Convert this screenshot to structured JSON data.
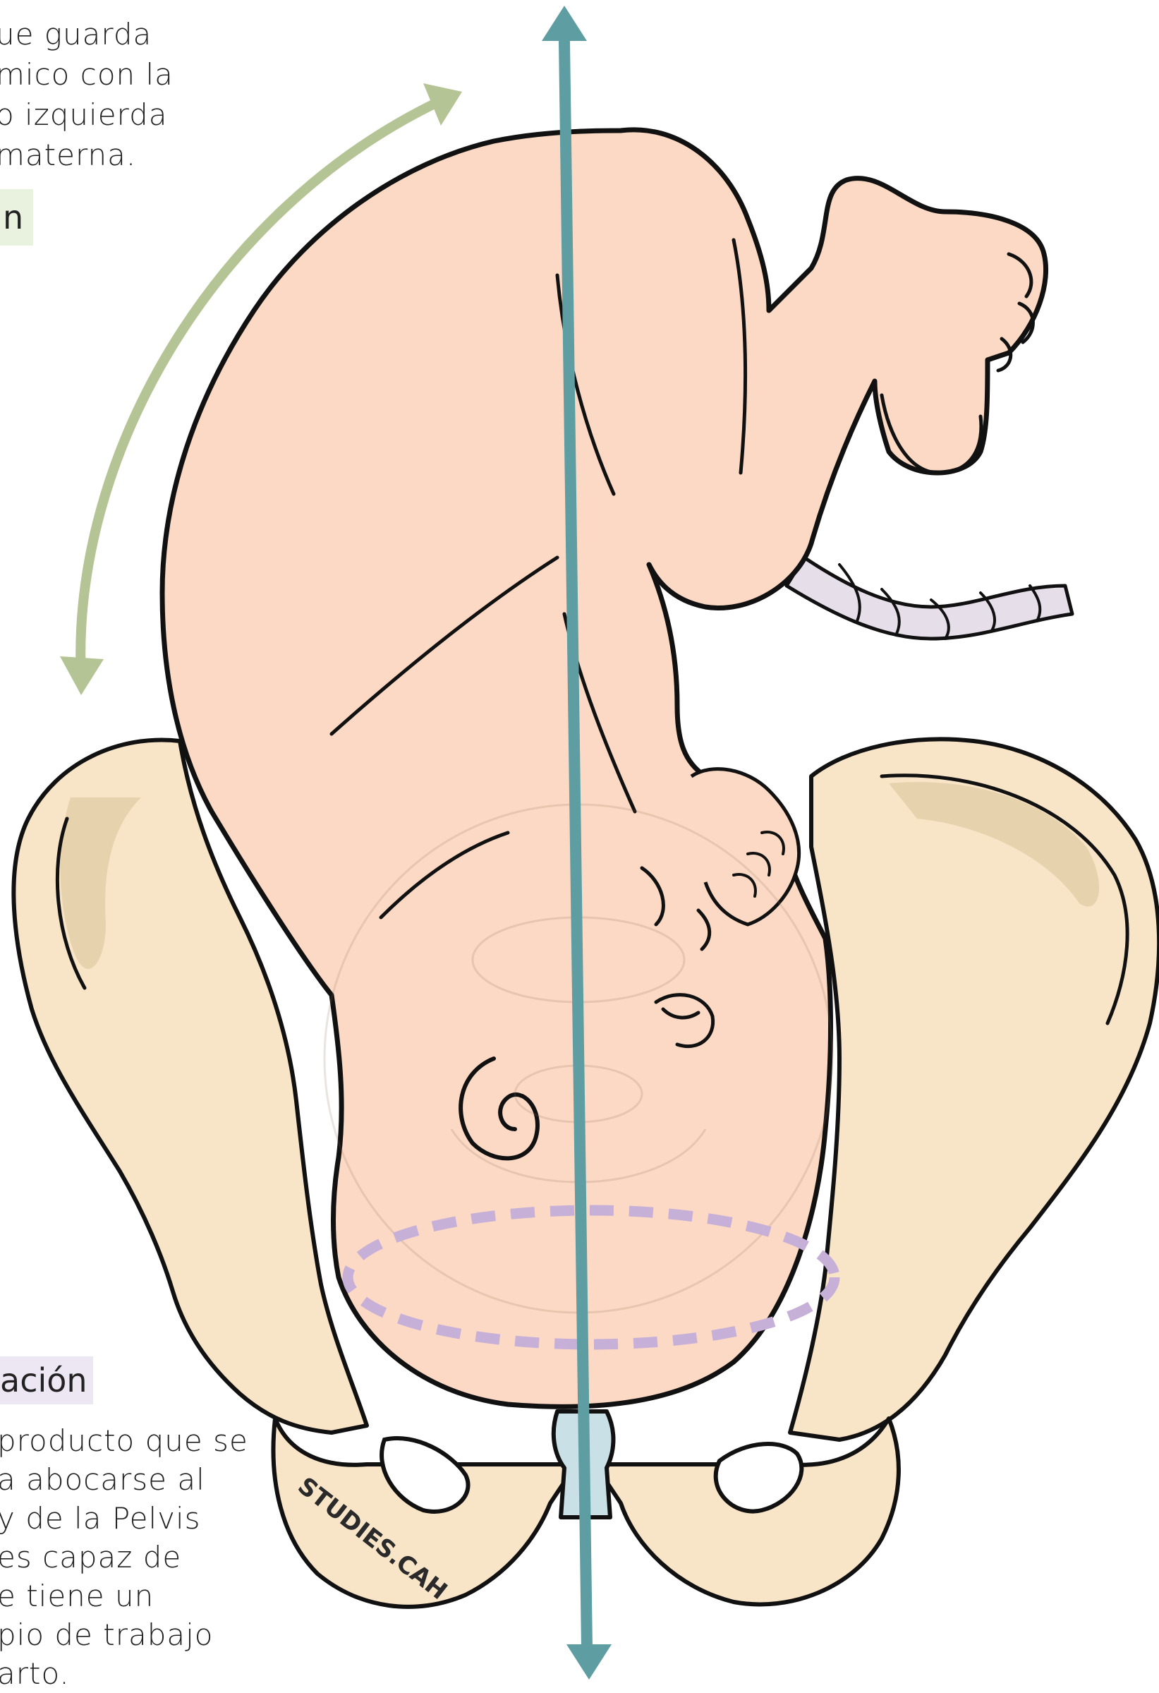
{
  "notes": {
    "top_lines": [
      "ue guarda",
      "mico con la",
      "o izquierda",
      "materna."
    ],
    "top_fragment": "n",
    "section_title": "ación",
    "bottom_lines": [
      "producto que se",
      "a abocarse al",
      "y de la Pelvis",
      "es capaz de",
      "e tiene un",
      "pio de trabajo",
      "arto."
    ]
  },
  "watermark": "STUDIES.CAH",
  "colors": {
    "skin": "#fcd9c4",
    "pelvis_bone": "#f8e4c6",
    "pelvis_shadow": "#d9c39a",
    "axis_arrow": "#5e9ea3",
    "flexion_arrow": "#b5c494",
    "engagement_ring": "#c7b0d8",
    "umbilical_cord": "#e6dfea",
    "sacrum_block": "#c8e0e6",
    "outline": "#111111",
    "highlight_green": "#e8f2df",
    "highlight_purple": "#ede6f3"
  },
  "icons": {
    "axis": "double-headed-vertical-arrow-icon",
    "flexion": "curved-double-arrow-icon"
  }
}
